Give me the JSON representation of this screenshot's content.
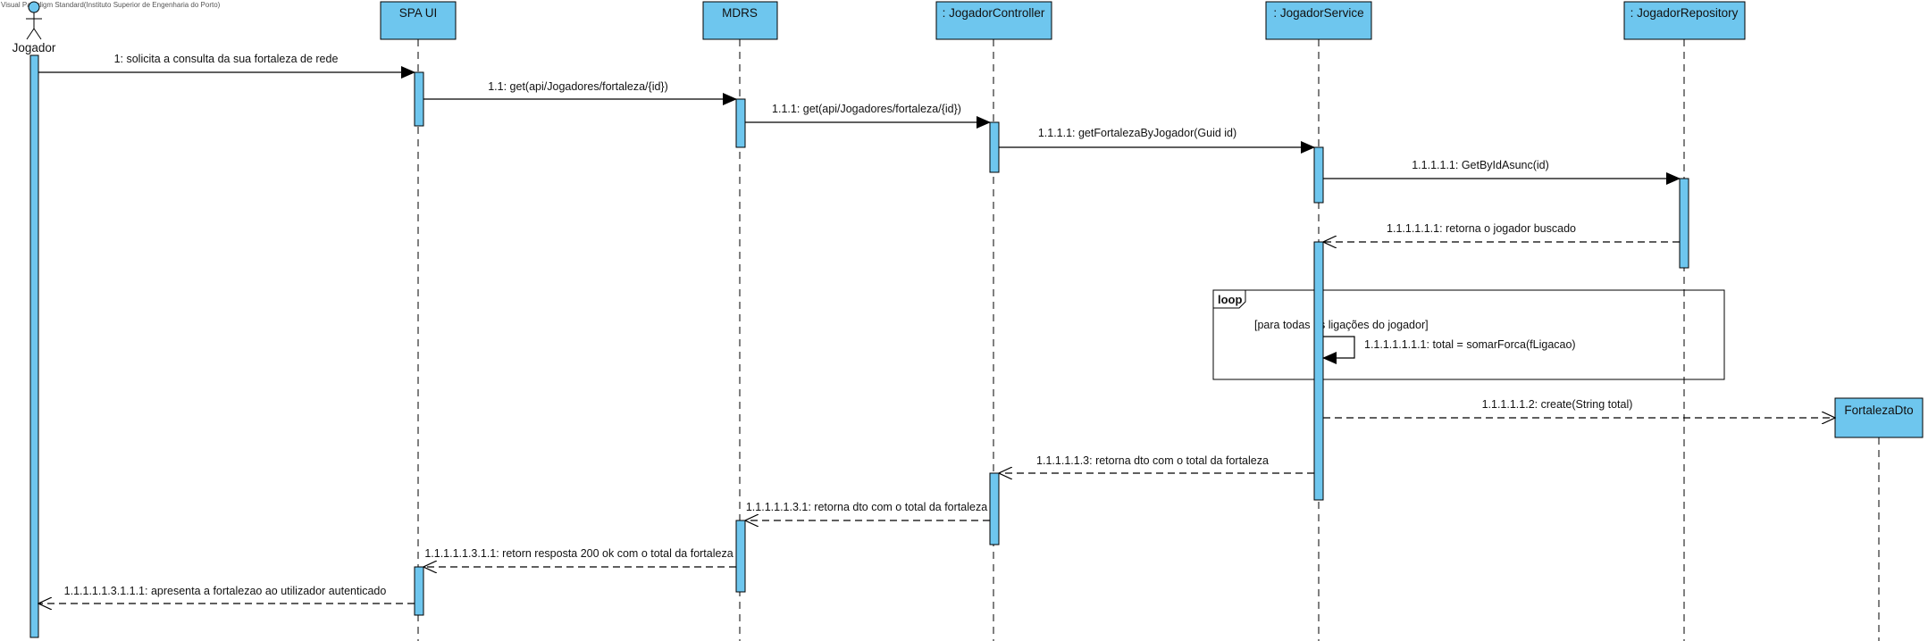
{
  "watermark": "Visual Paradigm Standard(Instituto Superior de Engenharia do Porto)",
  "colors": {
    "box_fill": "#6ec6ee",
    "line": "#000000",
    "bg": "#ffffff"
  },
  "actor": {
    "label": "Jogador"
  },
  "participants": [
    {
      "id": "spa",
      "label": "SPA UI"
    },
    {
      "id": "mdrs",
      "label": "MDRS"
    },
    {
      "id": "ctrl",
      "label": ": JogadorController"
    },
    {
      "id": "svc",
      "label": ": JogadorService"
    },
    {
      "id": "repo",
      "label": ": JogadorRepository"
    },
    {
      "id": "dto",
      "label": "FortalezaDto"
    }
  ],
  "messages": [
    {
      "label": "1: solicita a consulta da sua fortaleza de rede"
    },
    {
      "label": "1.1: get(api/Jogadores/fortaleza/{id})"
    },
    {
      "label": "1.1.1: get(api/Jogadores/fortaleza/{id})"
    },
    {
      "label": "1.1.1.1: getFortalezaByJogador(Guid id)"
    },
    {
      "label": "1.1.1.1.1: GetByIdAsunc(id)"
    },
    {
      "label": "1.1.1.1.1.1: retorna o jogador buscado"
    },
    {
      "label": "1.1.1.1.1.1.1: total = somarForca(fLigacao)"
    },
    {
      "label": "1.1.1.1.1.2: create(String total)"
    },
    {
      "label": "1.1.1.1.1.3: retorna dto com o total da fortaleza"
    },
    {
      "label": "1.1.1.1.1.3.1: retorna dto com o total da fortaleza"
    },
    {
      "label": "1.1.1.1.1.3.1.1: retorn resposta 200 ok com o total da fortaleza"
    },
    {
      "label": "1.1.1.1.1.3.1.1.1: apresenta a fortalezao ao utilizador autenticado"
    }
  ],
  "loop": {
    "tag": "loop",
    "guard": "[para todas as ligações do jogador]"
  }
}
